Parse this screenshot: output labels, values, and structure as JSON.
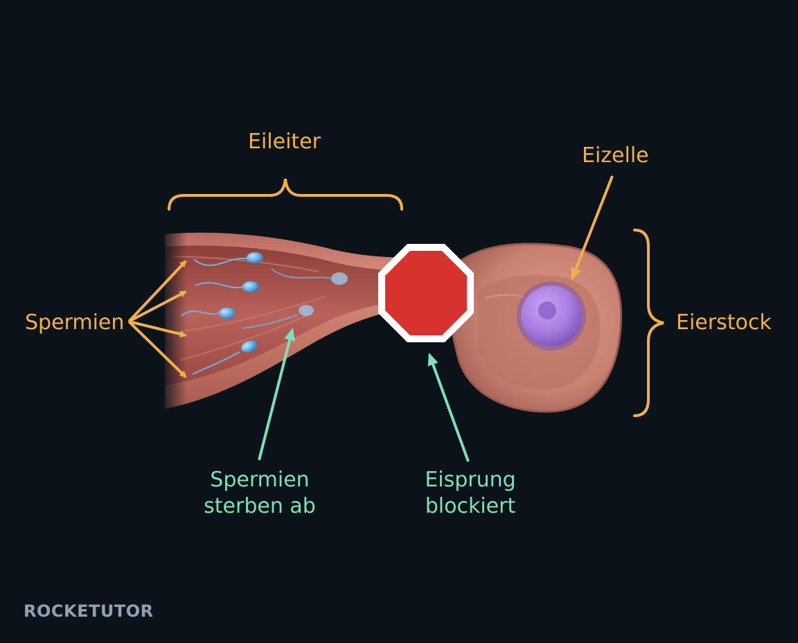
{
  "labels": {
    "eileiter": "Eileiter",
    "eizelle": "Eizelle",
    "spermien": "Spermien",
    "eierstock": "Eierstock",
    "spermien_sterben": [
      "Spermien",
      "sterben ab"
    ],
    "eisprung_blockiert": [
      "Eisprung",
      "blockiert"
    ]
  },
  "logo": "ROCKETUTOR",
  "colors": {
    "background": "#0c121a",
    "label_orange": "#f2b04a",
    "label_teal": "#7fe0b8",
    "stop_sign": "#d8322e",
    "egg": "#a77be0"
  },
  "icons": [
    "stop-sign-icon",
    "sperm-icon",
    "egg-cell-icon"
  ]
}
